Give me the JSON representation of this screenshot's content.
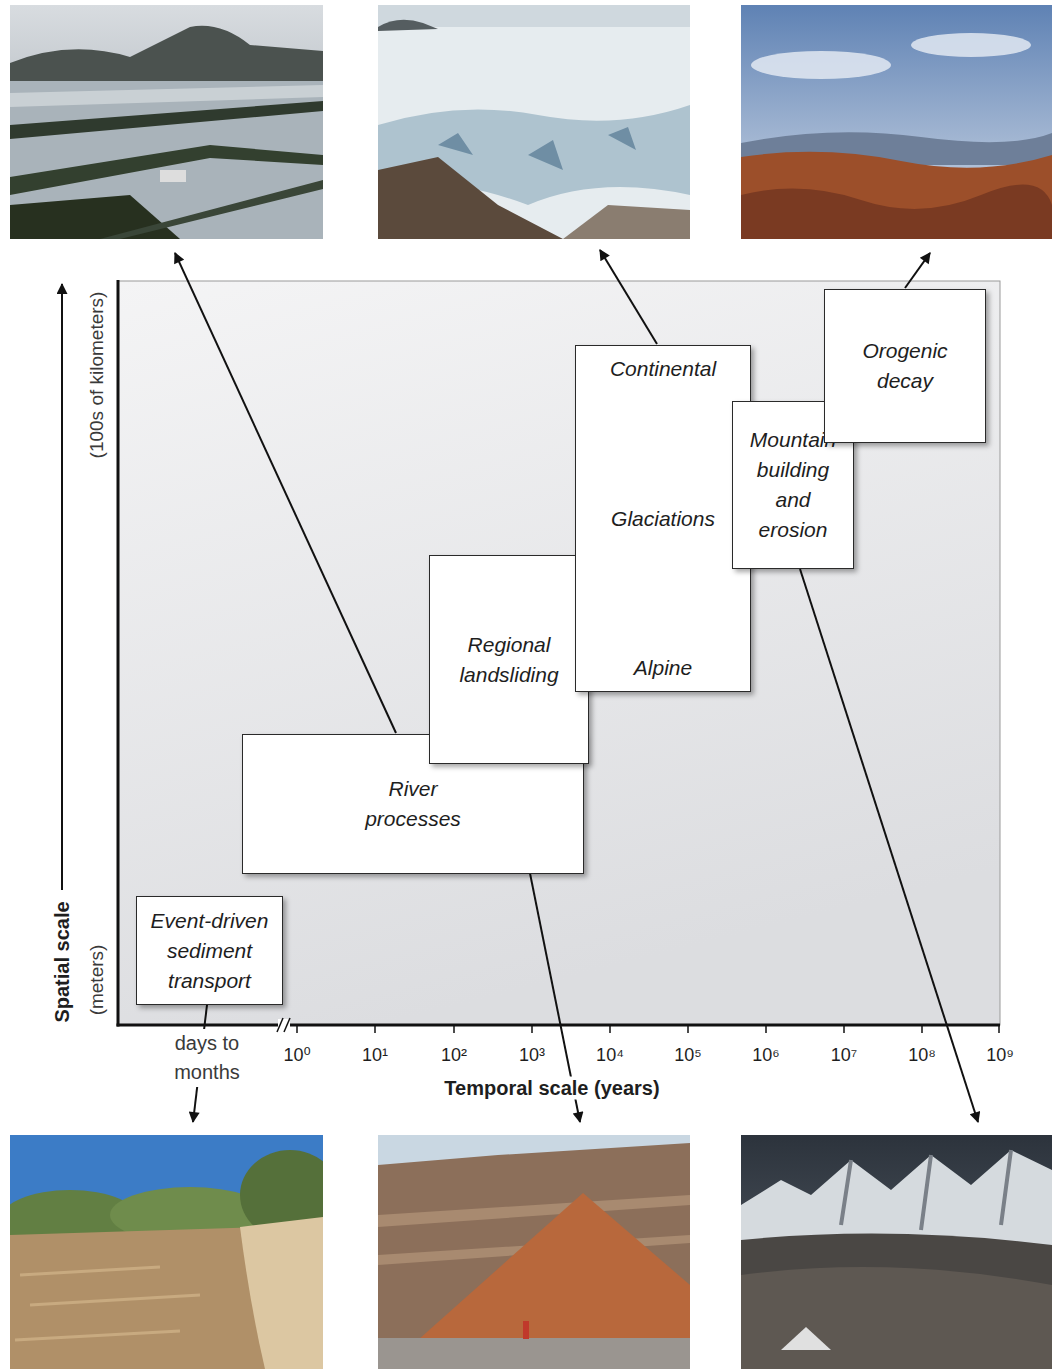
{
  "diagram": {
    "nodes": [
      {
        "text": [
          "Event-driven sediment transport"
        ]
      },
      {
        "text": [
          "River processes"
        ]
      },
      {
        "text": [
          "Regional landsliding"
        ]
      },
      {
        "text": [
          "Continental",
          "Glaciations",
          "Alpine"
        ]
      },
      {
        "text": [
          "Mountain building and erosion"
        ]
      },
      {
        "text": [
          "Orogenic decay"
        ]
      }
    ],
    "labels": [
      "(100s of kilometers)",
      "Spatial scale",
      "(meters)",
      "days to months",
      "10⁰",
      "10¹",
      "10²",
      "10³",
      "10⁴",
      "10⁵",
      "10⁶",
      "10⁷",
      "10⁸",
      "10⁹",
      "Temporal scale (years)"
    ]
  }
}
